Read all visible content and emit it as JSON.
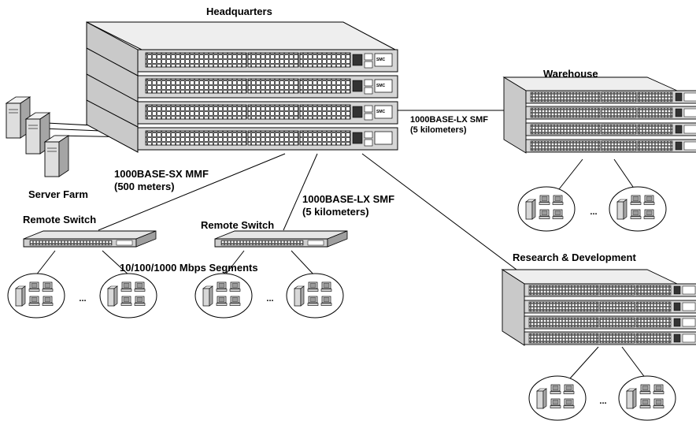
{
  "labels": {
    "headquarters": "Headquarters",
    "server_farm": "Server Farm",
    "warehouse": "Warehouse",
    "research": "Research & Development",
    "remote_switch_1": "Remote Switch",
    "remote_switch_2": "Remote Switch",
    "segments": "10/100/1000 Mbps Segments"
  },
  "links": {
    "sx_mmf": {
      "type": "1000BASE-SX MMF",
      "distance": "(500 meters)"
    },
    "lx_smf_remote": {
      "type": "1000BASE-LX SMF",
      "distance": "(5 kilometers)"
    },
    "lx_smf_warehouse": {
      "type": "1000BASE-LX SMF",
      "distance": "(5 kilometers)"
    }
  },
  "ellipsis": "...",
  "brand": "SMC",
  "colors": {
    "line": "#000000",
    "panel": "#cfcfcf",
    "top": "#e6e6e6",
    "server": "#d9d9d9"
  }
}
